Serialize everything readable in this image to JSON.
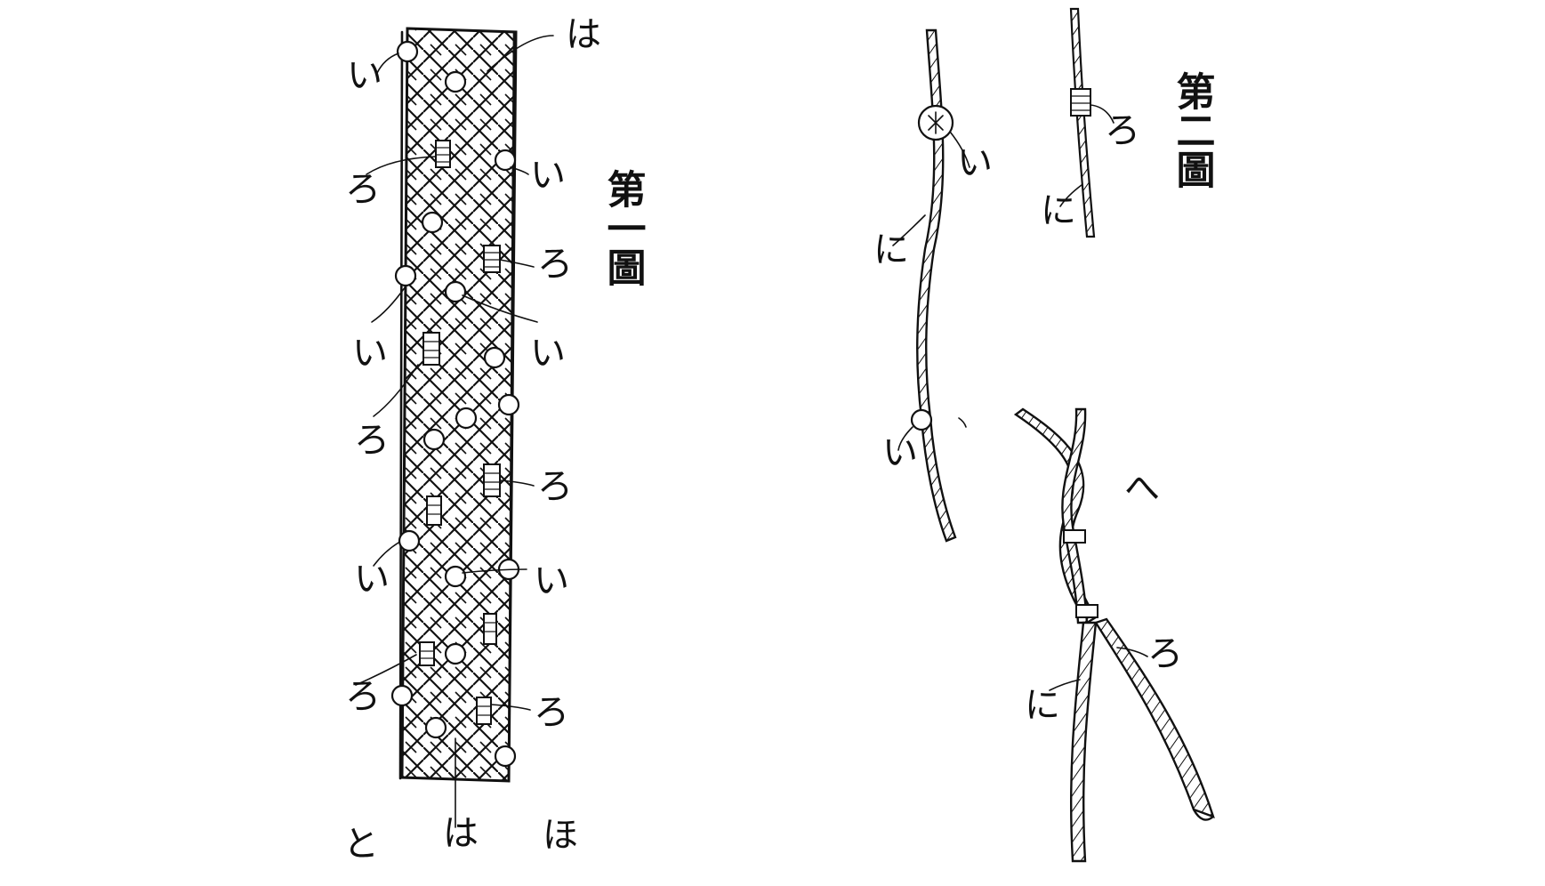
{
  "figure1": {
    "title": "第一圖",
    "labels": {
      "i": "い",
      "ro": "ろ",
      "ha": "は",
      "ho": "ほ",
      "to": "と"
    }
  },
  "figure2": {
    "title": "第二圖",
    "labels": {
      "i": "い",
      "ro": "ろ",
      "ni": "に",
      "he": "へ"
    }
  }
}
